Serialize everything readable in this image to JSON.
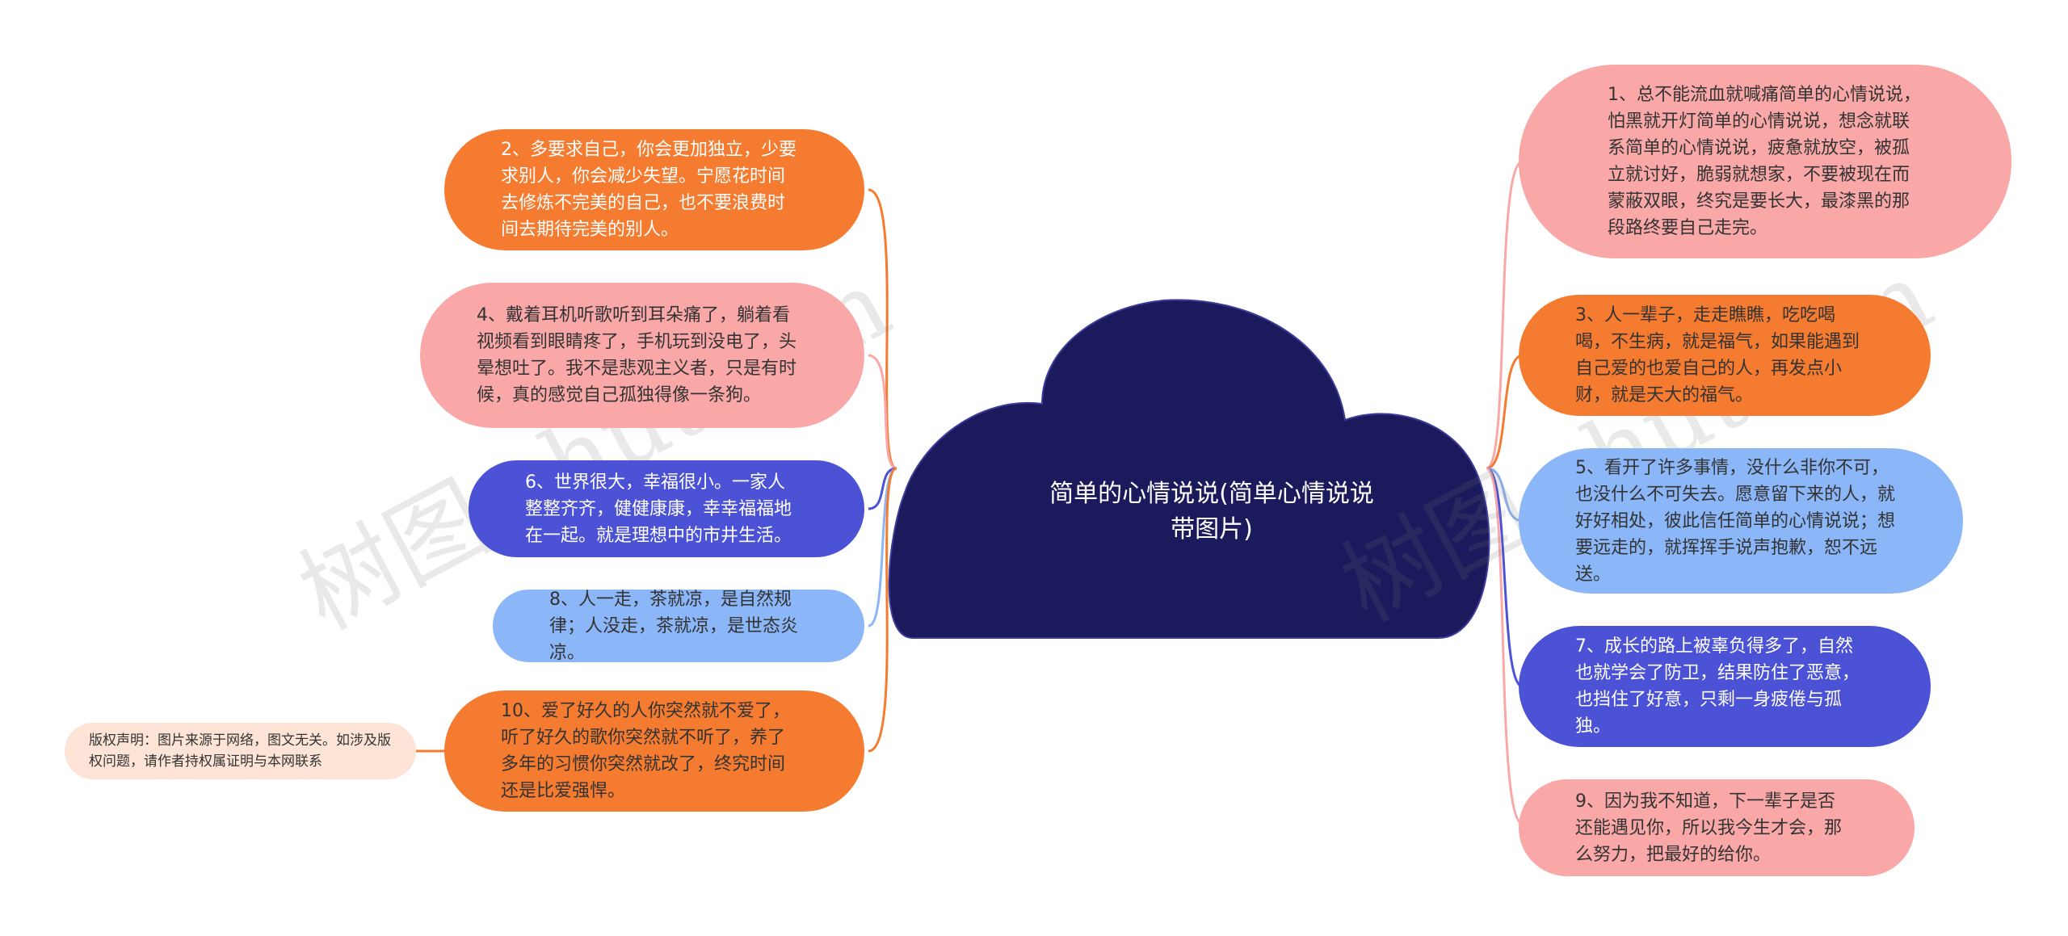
{
  "center": {
    "title": "简单的心情说说(简单心情说说带图片)"
  },
  "left_nodes": [
    {
      "id": "n2",
      "text": "2、多要求自己，你会更加独立，少要求别人，你会减少失望。宁愿花时间去修炼不完美的自己，也不要浪费时间去期待完美的别人。"
    },
    {
      "id": "n4",
      "text": "4、戴着耳机听歌听到耳朵痛了，躺着看视频看到眼睛疼了，手机玩到没电了，头晕想吐了。我不是悲观主义者，只是有时候，真的感觉自己孤独得像一条狗。"
    },
    {
      "id": "n6",
      "text": "6、世界很大，幸福很小。一家人整整齐齐，健健康康，幸幸福福地在一起。就是理想中的市井生活。"
    },
    {
      "id": "n8",
      "text": "8、人一走，茶就凉，是自然规律；人没走，茶就凉，是世态炎凉。"
    },
    {
      "id": "n10",
      "text": "10、爱了好久的人你突然就不爱了，听了好久的歌你突然就不听了，养了多年的习惯你突然就改了，终究时间还是比爱强悍。"
    }
  ],
  "right_nodes": [
    {
      "id": "n1",
      "text": "1、总不能流血就喊痛简单的心情说说，怕黑就开灯简单的心情说说，想念就联系简单的心情说说，疲惫就放空，被孤立就讨好，脆弱就想家，不要被现在而蒙蔽双眼，终究是要长大，最漆黑的那段路终要自己走完。"
    },
    {
      "id": "n3",
      "text": "3、人一辈子，走走瞧瞧，吃吃喝喝，不生病，就是福气，如果能遇到自己爱的也爱自己的人，再发点小财，就是天大的福气。"
    },
    {
      "id": "n5",
      "text": "5、看开了许多事情，没什么非你不可，也没什么不可失去。愿意留下来的人，就好好相处，彼此信任简单的心情说说；想要远走的，就挥挥手说声抱歉，恕不远送。"
    },
    {
      "id": "n7",
      "text": "7、成长的路上被辜负得多了，自然也就学会了防卫，结果防住了恶意，也挡住了好意，只剩一身疲倦与孤独。"
    },
    {
      "id": "n9",
      "text": "9、因为我不知道，下一辈子是否还能遇见你，所以我今生才会，那么努力，把最好的给你。"
    }
  ],
  "copyright": {
    "text": "版权声明：图片来源于网络，图文无关。如涉及版权问题，请作者持权属证明与本网联系"
  },
  "watermark": {
    "text": "树图 shutu.cn"
  },
  "colors": {
    "orange": "#f47b2f",
    "pink": "#f9a7a7",
    "blue": "#4b52d6",
    "light_blue": "#8bb6f7",
    "cloud": "#1b1a5c",
    "copyright_bg": "#fde4d6"
  }
}
